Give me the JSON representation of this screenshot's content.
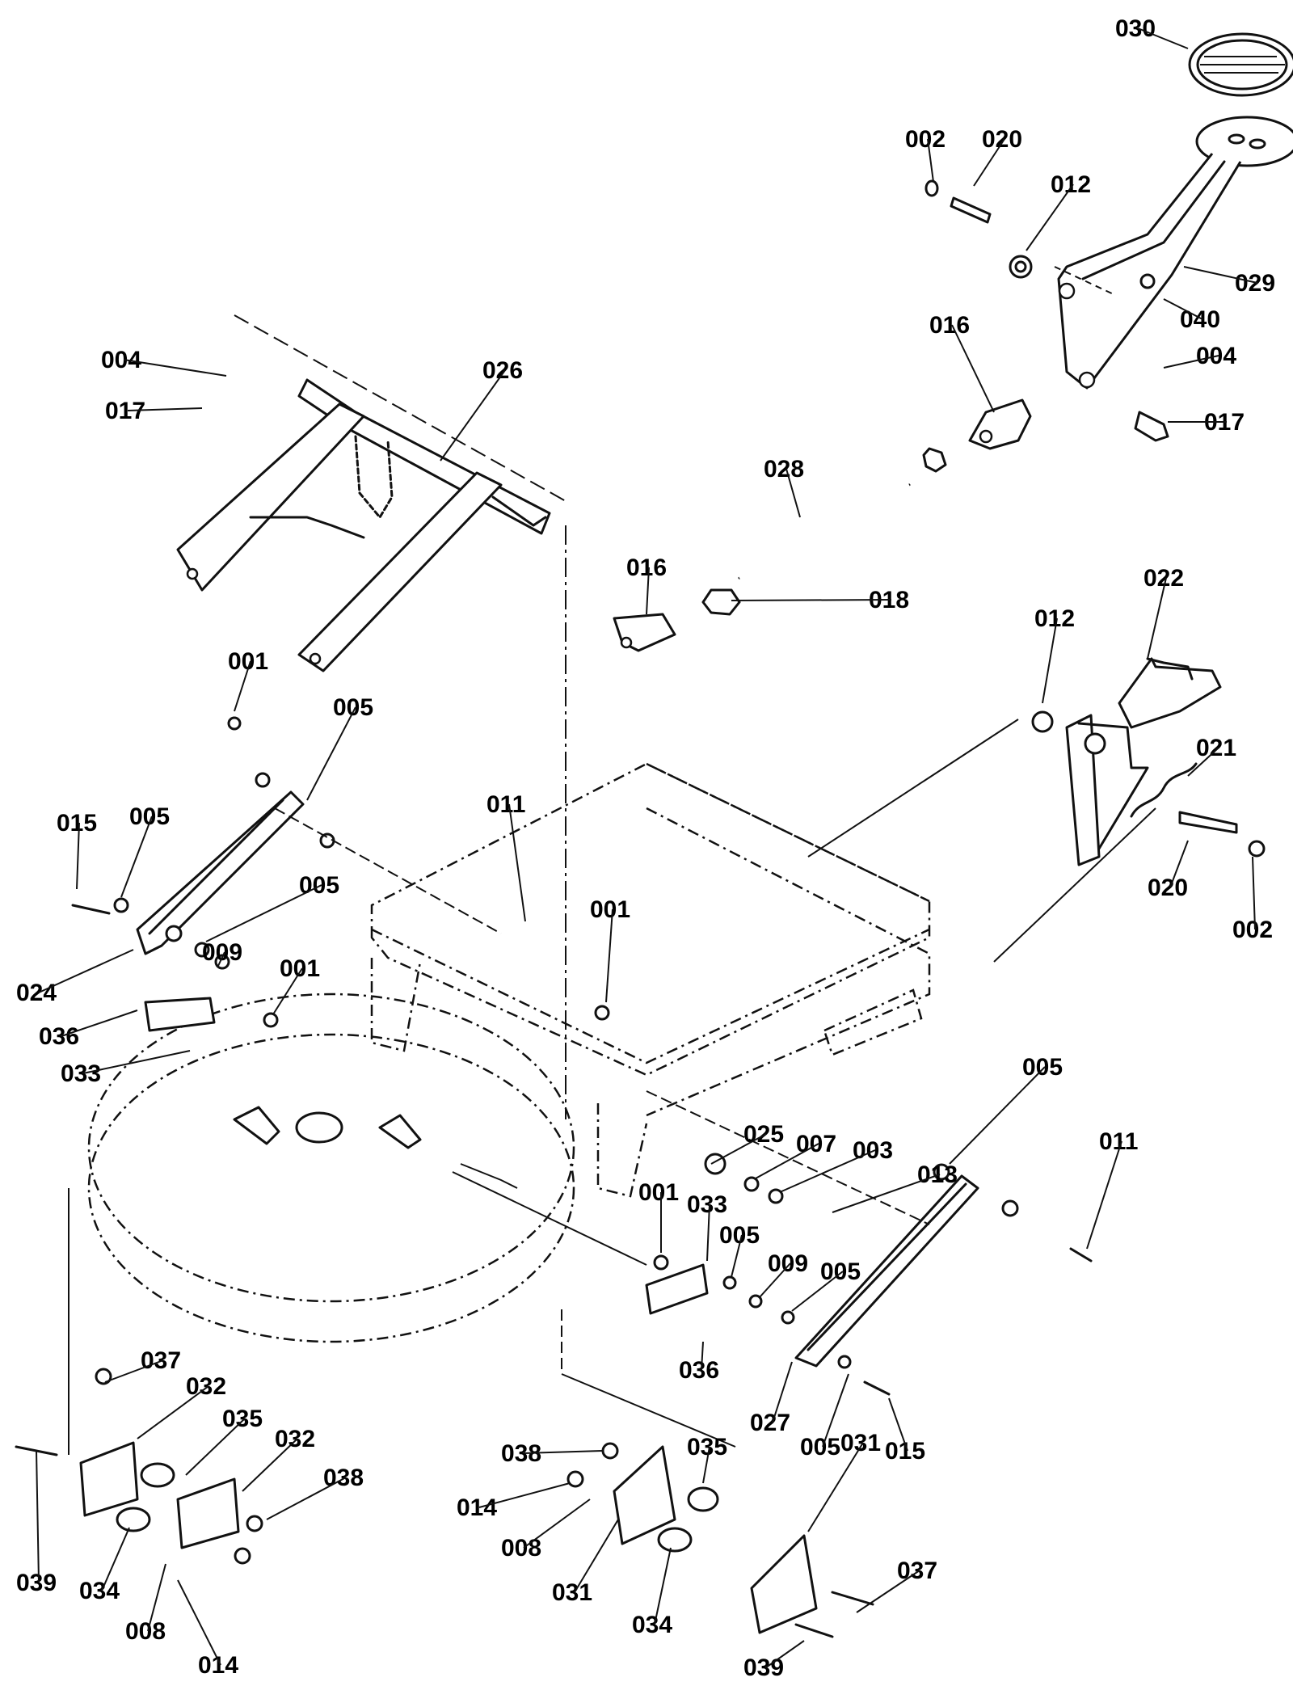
{
  "callouts": [
    {
      "id": "c030a",
      "label": "030"
    },
    {
      "id": "c002a",
      "label": "002"
    },
    {
      "id": "c020a",
      "label": "020"
    },
    {
      "id": "c012a",
      "label": "012"
    },
    {
      "id": "c029",
      "label": "029"
    },
    {
      "id": "c040",
      "label": "040"
    },
    {
      "id": "c004a",
      "label": "004"
    },
    {
      "id": "c017a",
      "label": "017"
    },
    {
      "id": "c026",
      "label": "026"
    },
    {
      "id": "c016a",
      "label": "016"
    },
    {
      "id": "c004b",
      "label": "004"
    },
    {
      "id": "c017b",
      "label": "017"
    },
    {
      "id": "c028",
      "label": "028"
    },
    {
      "id": "c016b",
      "label": "016"
    },
    {
      "id": "c018",
      "label": "018"
    },
    {
      "id": "c022",
      "label": "022"
    },
    {
      "id": "c012b",
      "label": "012"
    },
    {
      "id": "c021",
      "label": "021"
    },
    {
      "id": "c020b",
      "label": "020"
    },
    {
      "id": "c002b",
      "label": "002"
    },
    {
      "id": "c001a",
      "label": "001"
    },
    {
      "id": "c005a",
      "label": "005"
    },
    {
      "id": "c015a",
      "label": "015"
    },
    {
      "id": "c005b",
      "label": "005"
    },
    {
      "id": "c011a",
      "label": "011"
    },
    {
      "id": "c005c",
      "label": "005"
    },
    {
      "id": "c009a",
      "label": "009"
    },
    {
      "id": "c001b",
      "label": "001"
    },
    {
      "id": "c024",
      "label": "024"
    },
    {
      "id": "c036a",
      "label": "036"
    },
    {
      "id": "c033a",
      "label": "033"
    },
    {
      "id": "c001c",
      "label": "001"
    },
    {
      "id": "c005d",
      "label": "005"
    },
    {
      "id": "c011b",
      "label": "011"
    },
    {
      "id": "c025",
      "label": "025"
    },
    {
      "id": "c007",
      "label": "007"
    },
    {
      "id": "c003",
      "label": "003"
    },
    {
      "id": "c013",
      "label": "013"
    },
    {
      "id": "c001d",
      "label": "001"
    },
    {
      "id": "c033b",
      "label": "033"
    },
    {
      "id": "c005e",
      "label": "005"
    },
    {
      "id": "c009b",
      "label": "009"
    },
    {
      "id": "c005f",
      "label": "005"
    },
    {
      "id": "c036b",
      "label": "036"
    },
    {
      "id": "c027",
      "label": "027"
    },
    {
      "id": "c005g",
      "label": "005"
    },
    {
      "id": "c015b",
      "label": "015"
    },
    {
      "id": "c037a",
      "label": "037"
    },
    {
      "id": "c032a",
      "label": "032"
    },
    {
      "id": "c035a",
      "label": "035"
    },
    {
      "id": "c032b",
      "label": "032"
    },
    {
      "id": "c038a",
      "label": "038"
    },
    {
      "id": "c039a",
      "label": "039"
    },
    {
      "id": "c034a",
      "label": "034"
    },
    {
      "id": "c008a",
      "label": "008"
    },
    {
      "id": "c014a",
      "label": "014"
    },
    {
      "id": "c038b",
      "label": "038"
    },
    {
      "id": "c035b",
      "label": "035"
    },
    {
      "id": "c014b",
      "label": "014"
    },
    {
      "id": "c008b",
      "label": "008"
    },
    {
      "id": "c031a",
      "label": "031"
    },
    {
      "id": "c031b",
      "label": "031"
    },
    {
      "id": "c037b",
      "label": "037"
    },
    {
      "id": "c034b",
      "label": "034"
    },
    {
      "id": "c039b",
      "label": "039"
    }
  ]
}
